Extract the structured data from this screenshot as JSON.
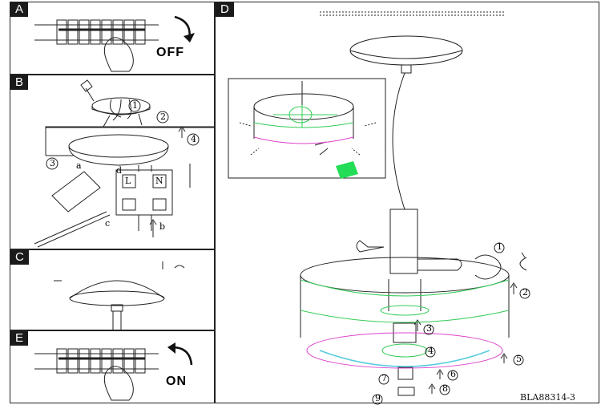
{
  "panels": {
    "a": {
      "tag": "A",
      "action": "OFF"
    },
    "b": {
      "tag": "B",
      "step1": "1",
      "step2": "2",
      "step3": "3",
      "step4": "4",
      "terminal_l": "L",
      "terminal_n": "N",
      "letter_a": "a",
      "letter_b": "b",
      "letter_c": "c",
      "letter_d": "d"
    },
    "c": {
      "tag": "C"
    },
    "d": {
      "tag": "D",
      "steps": [
        "1",
        "2",
        "3",
        "4",
        "5",
        "6",
        "7",
        "8",
        "9"
      ]
    },
    "e": {
      "tag": "E",
      "action": "ON"
    }
  },
  "code": "BLA88314-3",
  "colors": {
    "green": "#33cc55",
    "magenta": "#dd44cc",
    "cyan": "#55ccdd",
    "line": "#222222"
  }
}
